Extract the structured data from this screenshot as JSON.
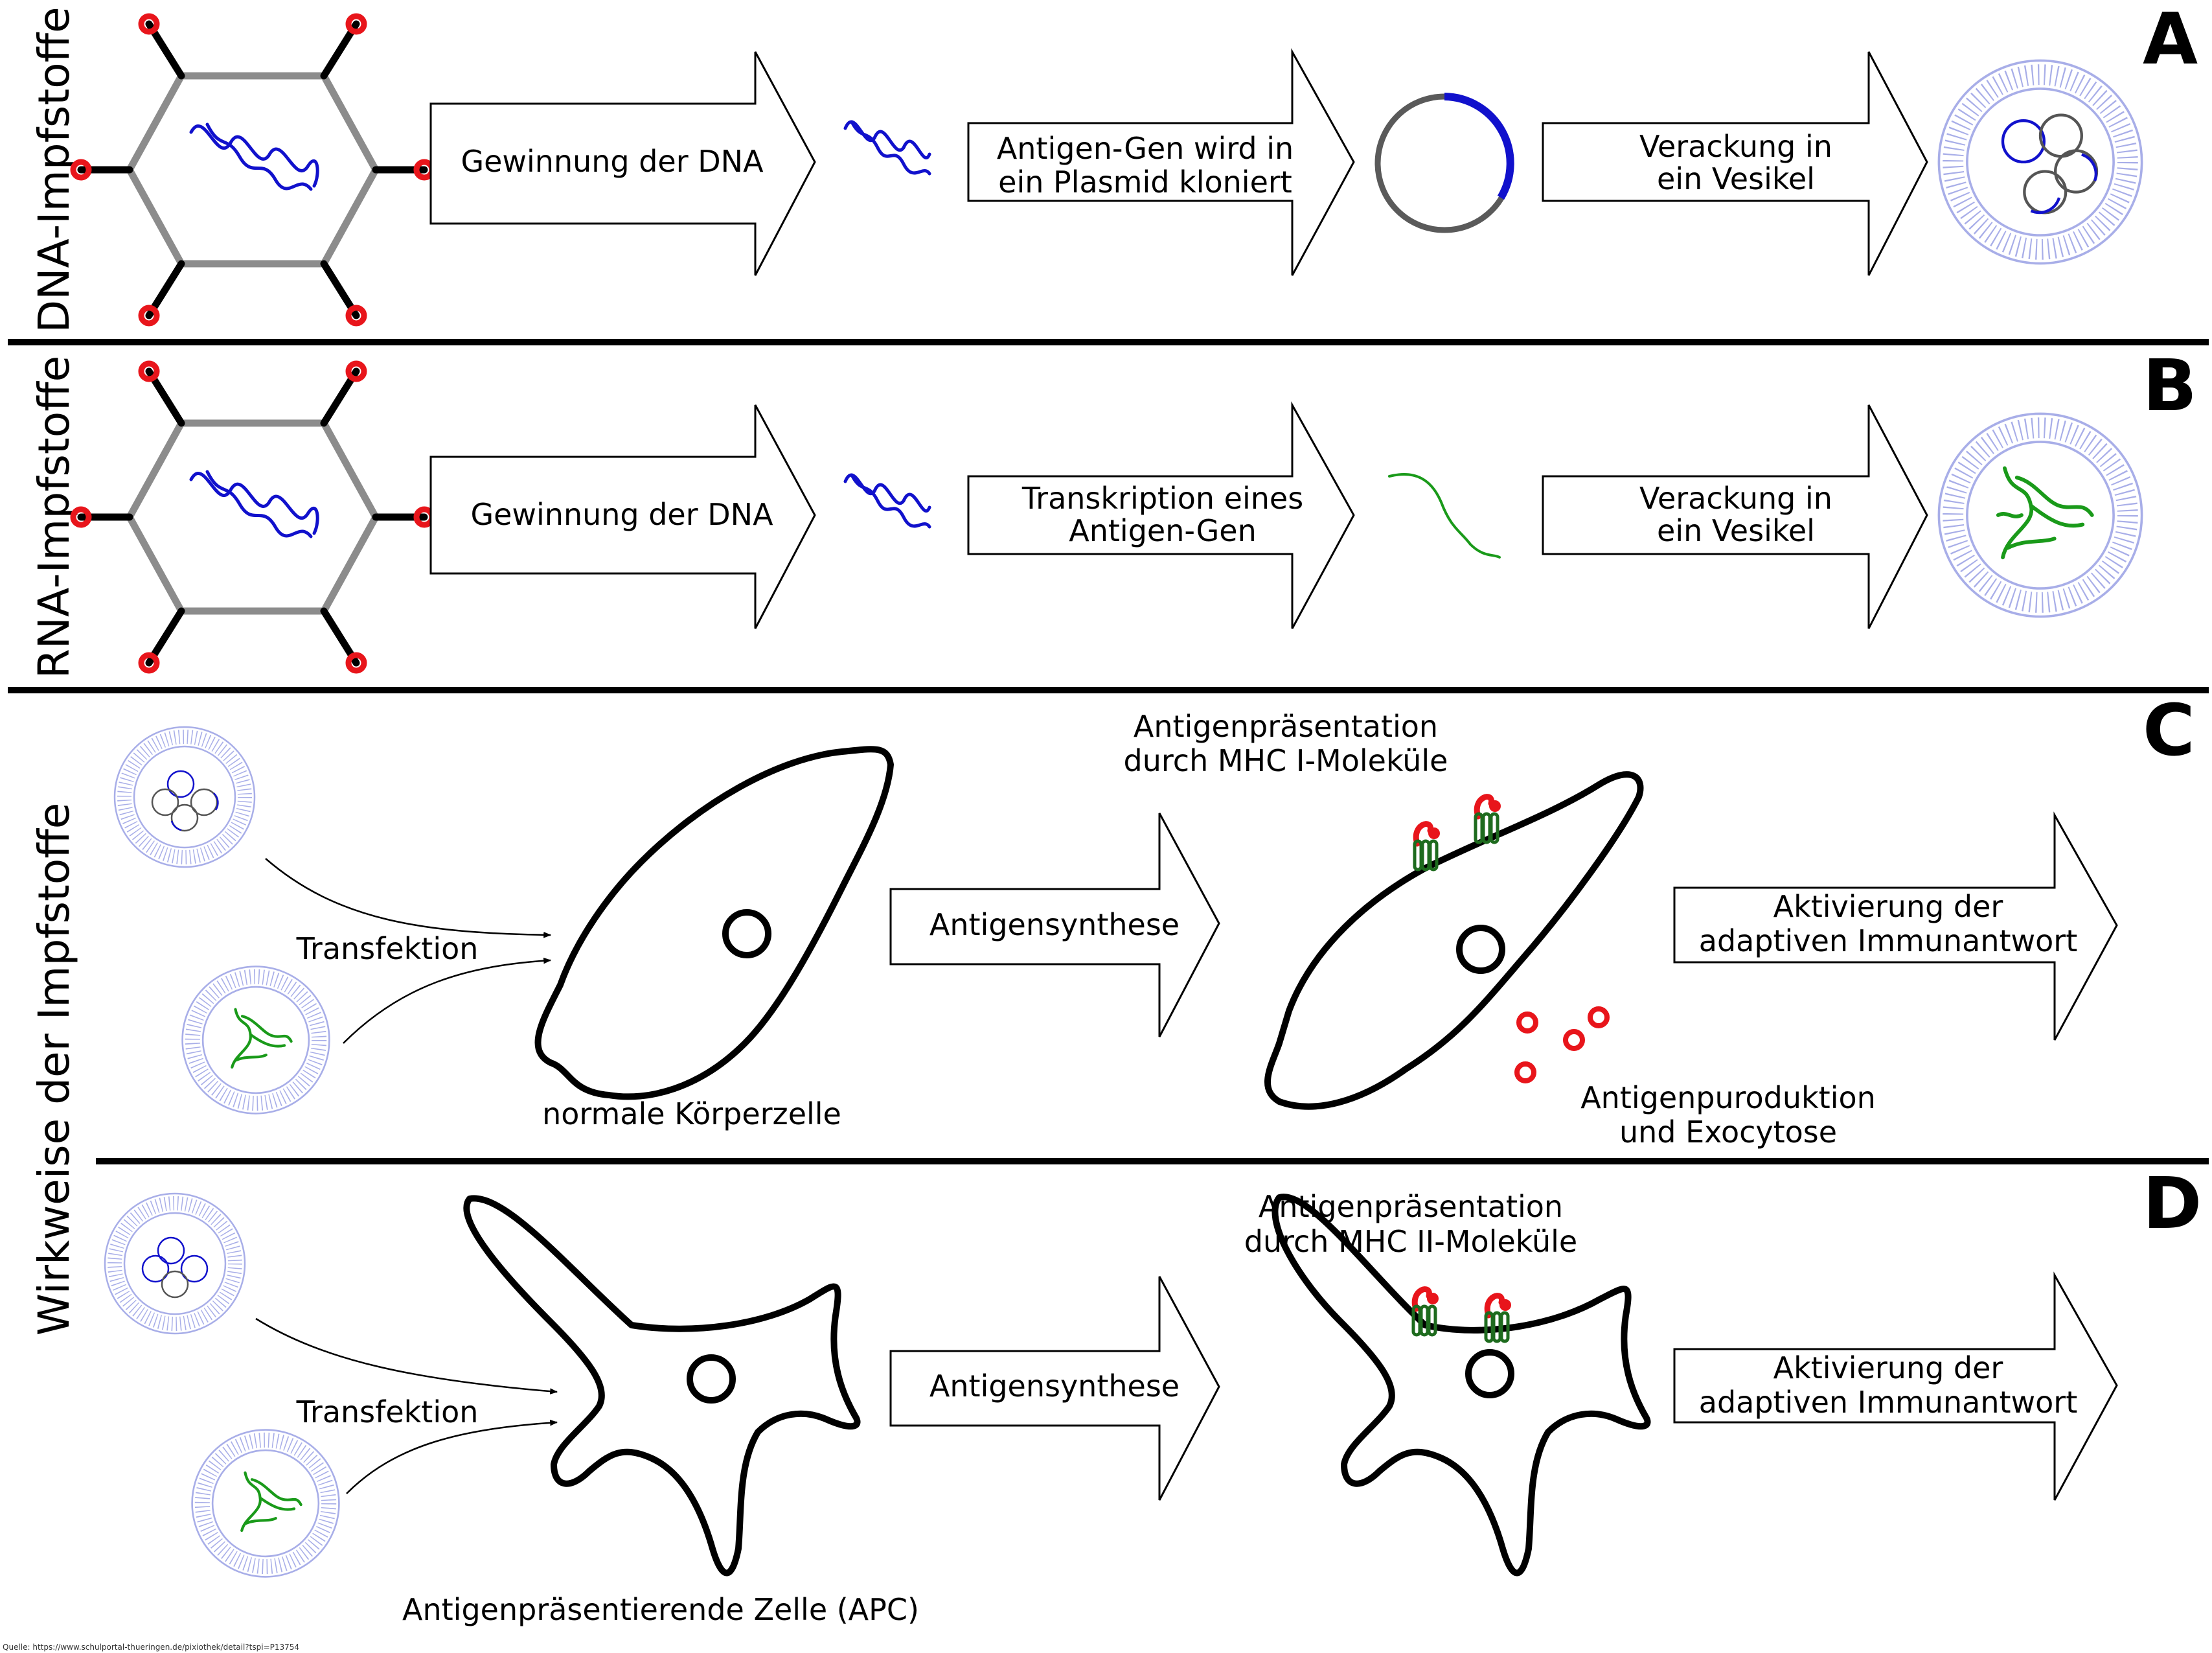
{
  "colors": {
    "background": "#ffffff",
    "outline": "#000000",
    "dna_blue": "#1111cc",
    "rna_green": "#1a9a1a",
    "antigen_red": "#e8151b",
    "plasmid_gray": "#5a5a5a",
    "vesicle_lilac": "#a8aee8",
    "mhc_green": "#1e6b1e",
    "virus_hexagon_gray": "#8c8c8c"
  },
  "panel_a": {
    "letter": "A",
    "side_label": "DNA-Impfstoffe",
    "arrow1": [
      "Gewinnung der DNA"
    ],
    "arrow2": [
      "Antigen-Gen wird in",
      "ein Plasmid kloniert"
    ],
    "arrow3": [
      "Verackung in",
      "ein Vesikel"
    ]
  },
  "panel_b": {
    "letter": "B",
    "side_label": "RNA-Impfstoffe",
    "arrow1": [
      "Gewinnung der DNA"
    ],
    "arrow2": [
      "Transkription eines",
      "Antigen-Gen"
    ],
    "arrow3": [
      "Verackung in",
      "ein Vesikel"
    ]
  },
  "panel_c": {
    "letter": "C",
    "transfection_label": "Transfektion",
    "cell_label": "normale Körperzelle",
    "arrow1": [
      "Antigensynthese"
    ],
    "presentation_label": [
      "Antigenpräsentation",
      "durch MHC I-Moleküle"
    ],
    "exocytosis_label": [
      "Antigenpuroduktion",
      "und Exocytose"
    ],
    "arrow2": [
      "Aktivierung der",
      "adaptiven Immunantwort"
    ]
  },
  "panel_d": {
    "letter": "D",
    "transfection_label": "Transfektion",
    "cell_label": "Antigenpräsentierende Zelle (APC)",
    "arrow1": [
      "Antigensynthese"
    ],
    "presentation_label": [
      "Antigenpräsentation",
      "durch MHC II-Moleküle"
    ],
    "arrow2": [
      "Aktivierung der",
      "adaptiven Immunantwort"
    ]
  },
  "side_label_cd": "Wirkweise der Impfstoffe",
  "source_note": "Quelle: https://www.schulportal-thueringen.de/pixiothek/detail?tspi=P13754"
}
